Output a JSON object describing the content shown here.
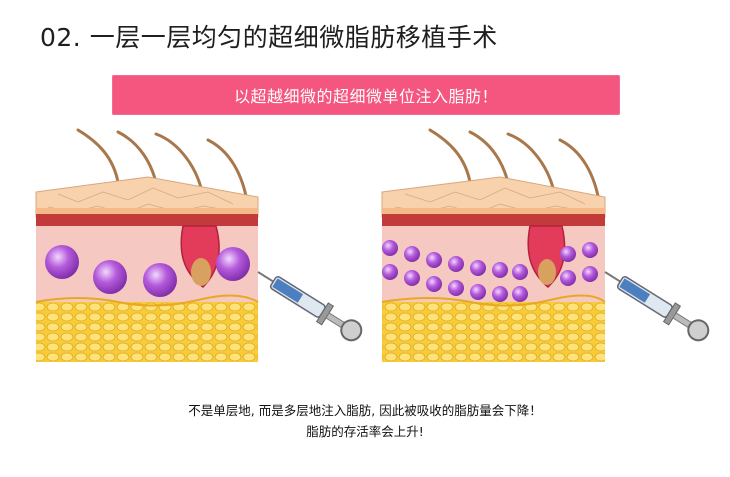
{
  "title": "02. 一层一层均匀的超细微脂肪移植手术",
  "banner": "以超越细微的超细微单位注入脂肪！",
  "caption": {
    "line1": "不是单层地, 而是多层地注入脂肪, 因此被吸收的脂肪量会下降！",
    "line2": "脂肪的存活率会上升!"
  },
  "colors": {
    "banner": "#f4567f",
    "fat_cell": "#a94ad1",
    "fat_layer": "#f6c93a",
    "dermis": "#f7c9c3",
    "epidermis": "#f5c9a6"
  },
  "icons": {
    "left_panel": [
      "skin-cross-section-icon",
      "hair-follicle-icon",
      "large-fat-cell-icon",
      "syringe-icon"
    ],
    "right_panel": [
      "skin-cross-section-icon",
      "hair-follicle-icon",
      "small-fat-cell-icon",
      "syringe-icon"
    ]
  }
}
